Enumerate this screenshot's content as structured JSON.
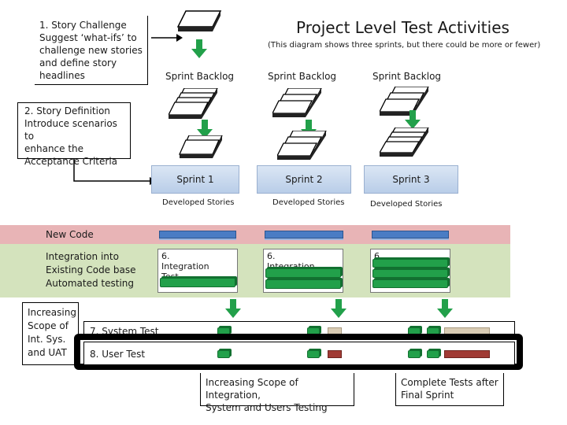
{
  "title": "Project Level Test Activities",
  "subtitle": "(This diagram shows three sprints, but there could be more or fewer)",
  "story_challenge": [
    "1.    Story Challenge",
    "Suggest ‘what-ifs’ to",
    "challenge new stories",
    "and define story",
    "headlines"
  ],
  "story_definition": [
    "2. Story Definition",
    "Introduce scenarios to",
    "enhance the",
    "Acceptance Criteria"
  ],
  "sprints": [
    {
      "backlog": "Sprint Backlog",
      "name": "Sprint 1",
      "developed": "Developed Stories",
      "integration": "6. Integration Test"
    },
    {
      "backlog": "Sprint Backlog",
      "name": "Sprint 2",
      "developed": "Developed Stories",
      "integration": "6. Integration Test"
    },
    {
      "backlog": "Sprint Backlog",
      "name": "Sprint 3",
      "developed": "Developed Stories",
      "integration": "6. Integration Test"
    }
  ],
  "new_code": "New Code",
  "integration_label": [
    "Integration into",
    "Existing Code base",
    "Automated testing"
  ],
  "increasing_scope": [
    "Increasing",
    "Scope of",
    "Int. Sys.",
    "and UAT"
  ],
  "system_test": "7. System Test",
  "user_test": "8. User Test",
  "note_left": [
    "Increasing Scope of Integration,",
    "System and Users Testing"
  ],
  "note_right": [
    "Complete Tests after",
    "Final Sprint"
  ],
  "colors": {
    "pink_band": "#e8b4b6",
    "green_band": "#d4e3bd",
    "green": "#22a04a",
    "blue": "#4a7cc4",
    "tan": "#d9ccb4",
    "red": "#a03a34"
  }
}
